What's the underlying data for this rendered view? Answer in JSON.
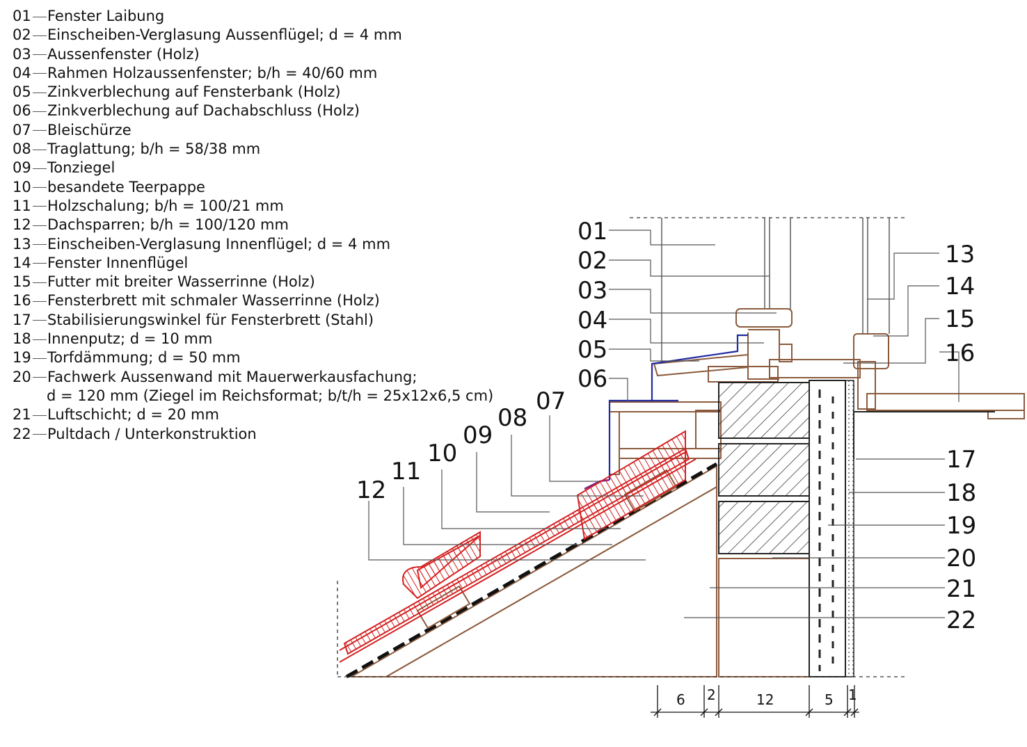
{
  "legend": [
    {
      "num": "01",
      "text": "Fenster Laibung"
    },
    {
      "num": "02",
      "text": "Einscheiben-Verglasung Aussenflügel; d = 4 mm"
    },
    {
      "num": "03",
      "text": "Aussenfenster (Holz)"
    },
    {
      "num": "04",
      "text": "Rahmen Holzaussenfenster; b/h = 40/60 mm"
    },
    {
      "num": "05",
      "text": "Zinkverblechung auf Fensterbank (Holz)"
    },
    {
      "num": "06",
      "text": "Zinkverblechung auf Dachabschluss (Holz)"
    },
    {
      "num": "07",
      "text": "Bleischürze"
    },
    {
      "num": "08",
      "text": "Traglattung; b/h = 58/38 mm"
    },
    {
      "num": "09",
      "text": "Tonziegel"
    },
    {
      "num": "10",
      "text": "besandete Teerpappe"
    },
    {
      "num": "11",
      "text": "Holzschalung; b/h = 100/21 mm"
    },
    {
      "num": "12",
      "text": "Dachsparren; b/h = 100/120 mm"
    },
    {
      "num": "13",
      "text": "Einscheiben-Verglasung Innenflügel; d = 4 mm"
    },
    {
      "num": "14",
      "text": "Fenster Innenflügel"
    },
    {
      "num": "15",
      "text": "Futter mit breiter Wasserrinne (Holz)"
    },
    {
      "num": "16",
      "text": "Fensterbrett mit schmaler Wasserrinne (Holz)"
    },
    {
      "num": "17",
      "text": "Stabilisierungswinkel für Fensterbrett (Stahl)"
    },
    {
      "num": "18",
      "text": "Innenputz; d = 10 mm"
    },
    {
      "num": "19",
      "text": "Torfdämmung; d = 50 mm"
    },
    {
      "num": "20",
      "text": "Fachwerk Aussenwand mit Mauerwerkausfachung;",
      "cont": "d = 120 mm (Ziegel im Reichsformat; b/t/h = 25x12x6,5 cm)"
    },
    {
      "num": "21",
      "text": "Luftschicht; d = 20 mm"
    },
    {
      "num": "22",
      "text": "Pultdach / Unterkonstruktion"
    }
  ],
  "callouts_left": [
    "01",
    "02",
    "03",
    "04",
    "05",
    "06",
    "07",
    "08",
    "09",
    "10",
    "11",
    "12"
  ],
  "callouts_right": [
    "13",
    "14",
    "15",
    "16",
    "17",
    "18",
    "19",
    "20",
    "21",
    "22"
  ],
  "dimensions": [
    "6",
    "2",
    "12",
    "5",
    "1"
  ],
  "colors": {
    "wood": "#8b5a3c",
    "tile": "#d42020",
    "zinc": "#1f2aa0",
    "lead": "#7a1f8c",
    "line": "#111111"
  }
}
